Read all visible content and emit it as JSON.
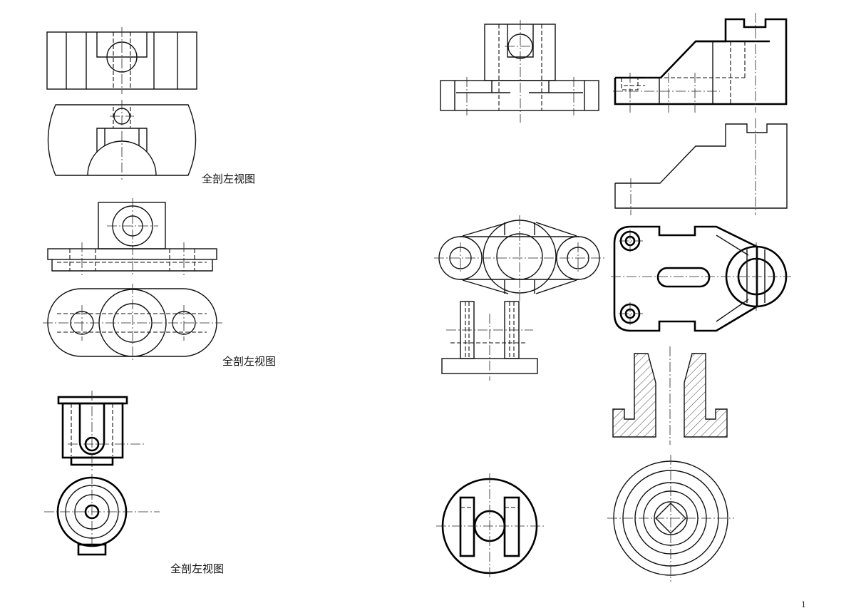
{
  "labels": {
    "exercise_1": "全剖左视图",
    "exercise_2": "全剖左视图",
    "exercise_3": "全剖左视图"
  },
  "page_number": "1",
  "colors": {
    "line": "#111111",
    "background": "#ffffff"
  }
}
